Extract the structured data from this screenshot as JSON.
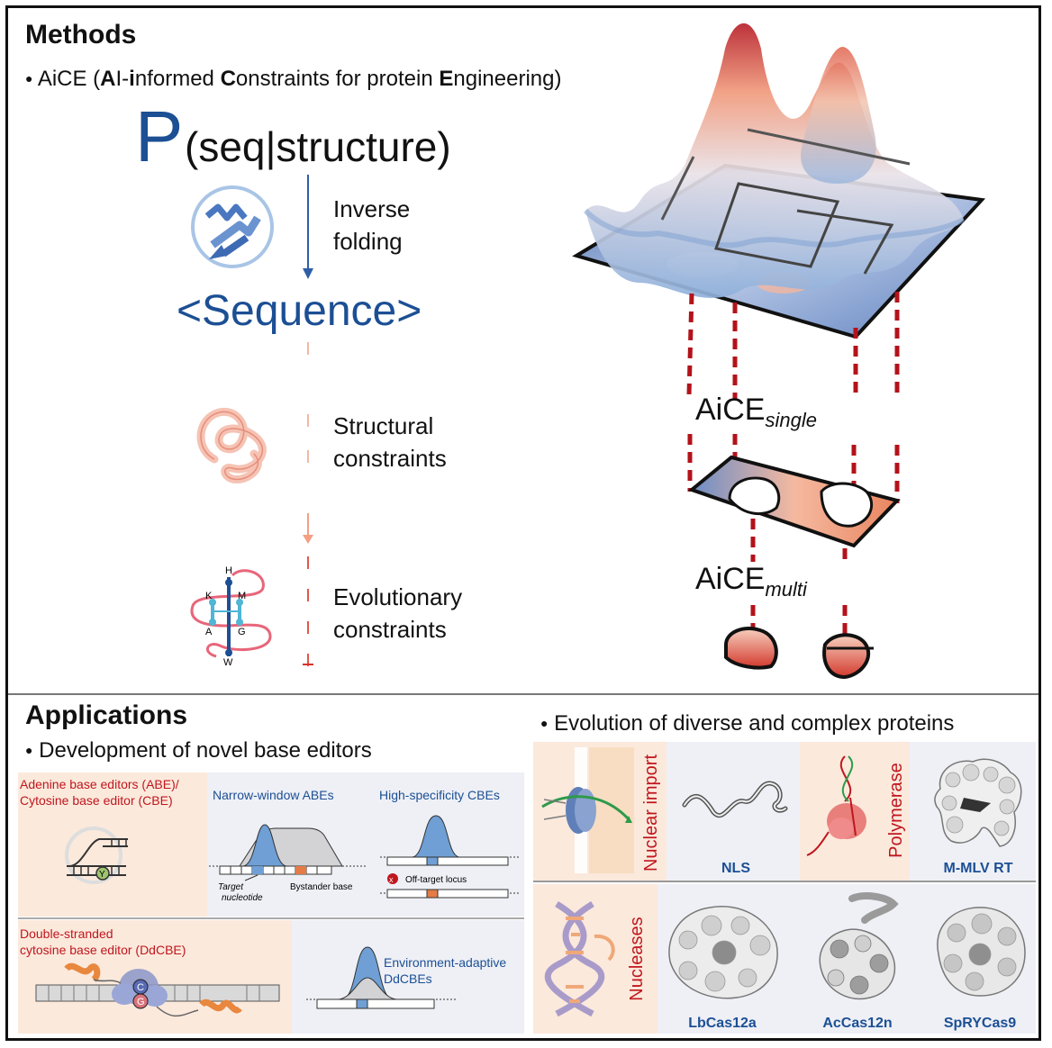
{
  "methods": {
    "heading": "Methods",
    "aice_bullet": {
      "prefix": "AiCE (",
      "parts": [
        {
          "t": "A",
          "b": true
        },
        {
          "t": "I-",
          "b": false
        },
        {
          "t": "i",
          "b": true
        },
        {
          "t": "nformed ",
          "b": false
        },
        {
          "t": "C",
          "b": true
        },
        {
          "t": "onstraints for protein ",
          "b": false
        },
        {
          "t": "E",
          "b": true
        },
        {
          "t": "ngineering)",
          "b": false
        }
      ]
    },
    "prob_big": "P",
    "prob_rest": "(seq|structure)",
    "inverse_folding": [
      "Inverse",
      "folding"
    ],
    "sequence": "<Sequence>",
    "structural": [
      "Structural",
      "constraints"
    ],
    "evolutionary": [
      "Evolutionary",
      "constraints"
    ],
    "residues": [
      "H",
      "K",
      "M",
      "A",
      "G",
      "W"
    ],
    "aice": "AiCE",
    "single_sub": "single",
    "multi_sub": "multi"
  },
  "applications": {
    "heading": "Applications",
    "bullet_left": "Development of novel base editors",
    "bullet_right": "Evolution of diverse and complex proteins",
    "abe_cbe": [
      "Adenine base editors (ABE)/",
      "Cytosine base editor (CBE)"
    ],
    "y_label": "Y",
    "narrow_window": "Narrow-window ABEs",
    "target_nucleotide": [
      "Target",
      "nucleotide"
    ],
    "bystander_base": "Bystander base",
    "high_specificity": "High-specificity CBEs",
    "off_target": "Off-target locus",
    "ddcbe": [
      "Double-stranded",
      "cytosine base editor (DdCBE)"
    ],
    "c_label": "C",
    "g_label": "G",
    "env_adaptive": [
      "Environment-adaptive",
      "DdCBEs"
    ],
    "nuclear_import": "Nuclear import",
    "nls": "NLS",
    "polymerase": "Polymerase",
    "mmlv": "M-MLV RT",
    "nucleases": "Nucleases",
    "lbcas": "LbCas12a",
    "accas": "AcCas12n",
    "spry": "SpRYCas9"
  },
  "colors": {
    "blue_text": "#1c4f94",
    "red_text": "#c0161d",
    "dashed_red": "#b3121a",
    "panel_peach": "#fbe9dc",
    "panel_grey": "#eef0f6"
  }
}
